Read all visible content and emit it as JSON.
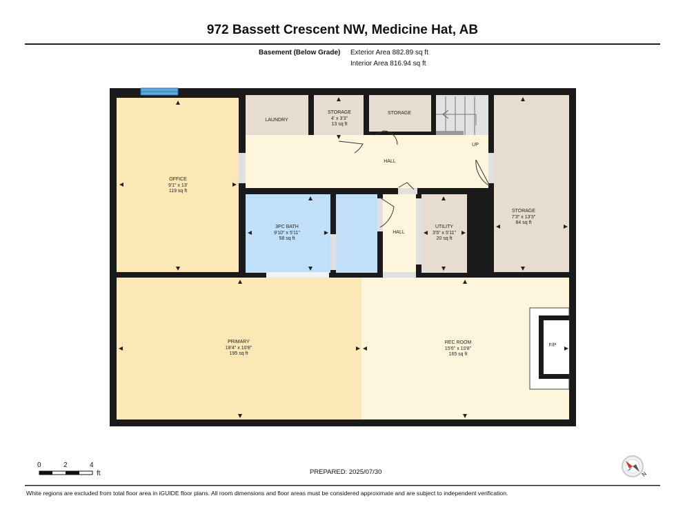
{
  "title": "972 Bassett Crescent NW, Medicine Hat, AB",
  "floor": {
    "name": "Basement (Below Grade)",
    "exterior_area": "Exterior Area 882.89 sq ft",
    "interior_area": "Interior Area 816.94 sq ft"
  },
  "rooms": {
    "office": {
      "name": "OFFICE",
      "dims": "9'1\" x 13'",
      "area": "119 sq ft"
    },
    "laundry": {
      "name": "LAUNDRY"
    },
    "storage_small": {
      "name": "STORAGE",
      "dims": "4' x 3'3\"",
      "area": "13 sq ft"
    },
    "storage_mid": {
      "name": "STORAGE"
    },
    "hall_top": {
      "name": "HALL"
    },
    "stairs": {
      "label": "UP"
    },
    "bath": {
      "name": "3PC BATH",
      "dims": "9'10\" x 5'11\"",
      "area": "58 sq ft"
    },
    "hall_small": {
      "name": "HALL"
    },
    "utility": {
      "name": "UTILITY",
      "dims": "3'5\" x 5'11\"",
      "area": "20 sq ft"
    },
    "storage_right": {
      "name": "STORAGE",
      "dims": "7'3\" x 13'3\"",
      "area": "84 sq ft"
    },
    "primary": {
      "name": "PRIMARY",
      "dims": "18'4\" x 10'8\"",
      "area": "195 sq ft"
    },
    "rec_room": {
      "name": "REC ROOM",
      "dims": "15'6\" x 10'8\"",
      "area": "165 sq ft"
    },
    "fireplace": {
      "name": "F/P"
    }
  },
  "scale": {
    "ticks": [
      "0",
      "2",
      "4"
    ],
    "unit": "ft"
  },
  "prepared": "PREPARED: 2025/07/30",
  "disclaimer": "White regions are excluded from total floor area in iGUIDE floor plans. All room dimensions and floor areas must be considered approximate and are subject to independent verification.",
  "compass_label": "N",
  "colors": {
    "wall": "#1a1a1a",
    "office": "#fbe8b5",
    "laundry_storage": "#e6ddd0",
    "hall": "#fdf6dc",
    "bath": "#bfe0f8",
    "primary": "#fbe8b5",
    "rec_room": "#fdf6dc",
    "window": "#5aa9e0"
  }
}
